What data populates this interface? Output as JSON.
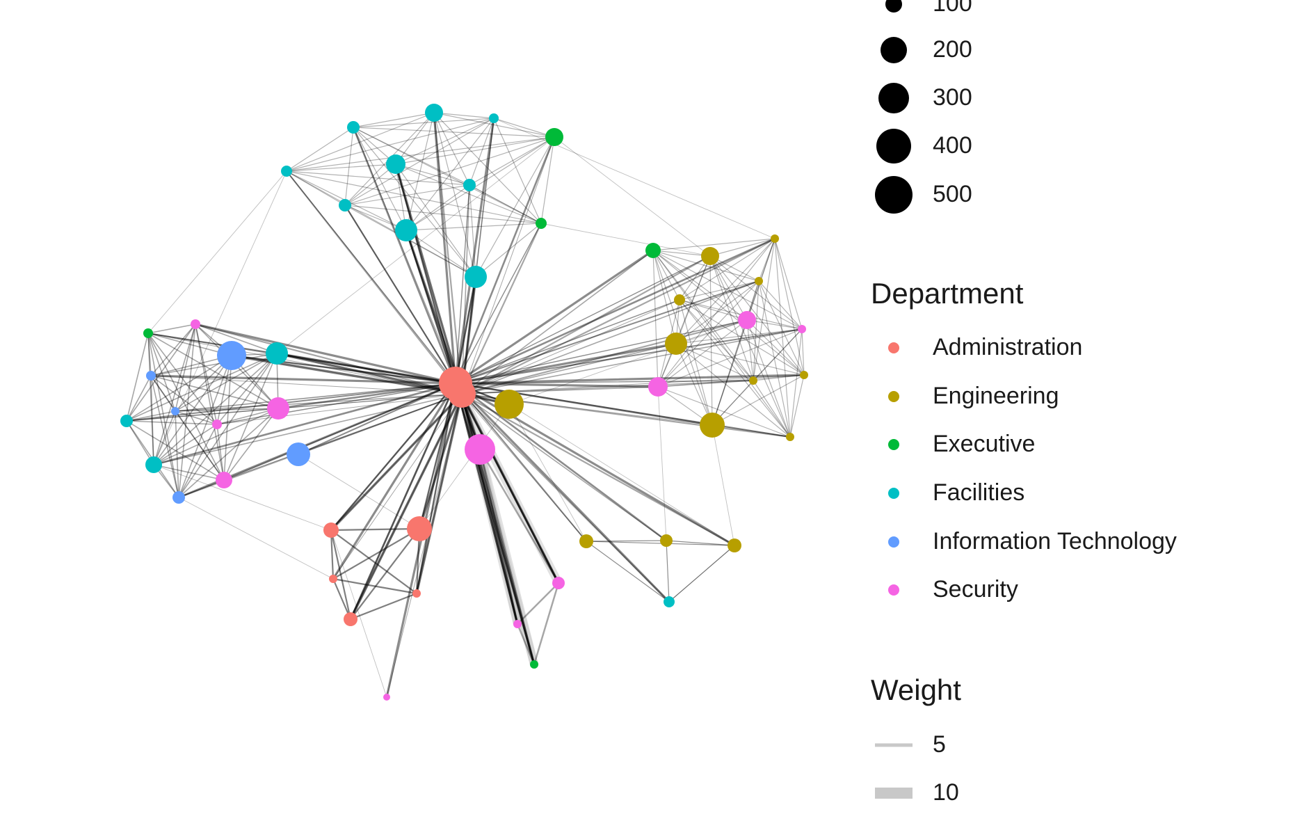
{
  "legend": {
    "size": {
      "items": [
        {
          "label": "100",
          "value": 100
        },
        {
          "label": "200",
          "value": 200
        },
        {
          "label": "300",
          "value": 300
        },
        {
          "label": "400",
          "value": 400
        },
        {
          "label": "500",
          "value": 500
        }
      ]
    },
    "department": {
      "title": "Department",
      "items": [
        {
          "label": "Administration",
          "color": "#F8766D"
        },
        {
          "label": "Engineering",
          "color": "#B79F00"
        },
        {
          "label": "Executive",
          "color": "#00BA38"
        },
        {
          "label": "Facilities",
          "color": "#00BFC4"
        },
        {
          "label": "Information Technology",
          "color": "#619CFF"
        },
        {
          "label": "Security",
          "color": "#F564E3"
        }
      ]
    },
    "weight": {
      "title": "Weight",
      "items": [
        {
          "label": "5",
          "value": 5
        },
        {
          "label": "10",
          "value": 10
        }
      ]
    }
  },
  "colors": {
    "edge": "#000000",
    "weight_key": "#c8c8c8",
    "size_key": "#000000"
  }
}
